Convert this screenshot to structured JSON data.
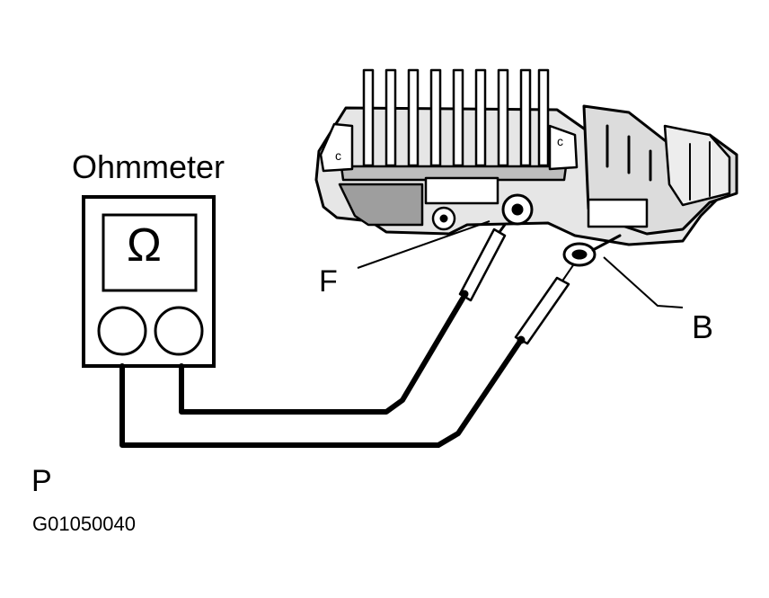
{
  "labels": {
    "ohmmeter": "Ohmmeter",
    "ohm_symbol": "Ω",
    "terminal_f": "F",
    "terminal_b": "B",
    "caption_p": "P",
    "figure_code": "G01050040"
  },
  "icons": {
    "meter": "ohmmeter-icon",
    "regulator": "voltage-regulator-icon"
  },
  "colors": {
    "ink": "#000000",
    "paper": "#ffffff"
  }
}
